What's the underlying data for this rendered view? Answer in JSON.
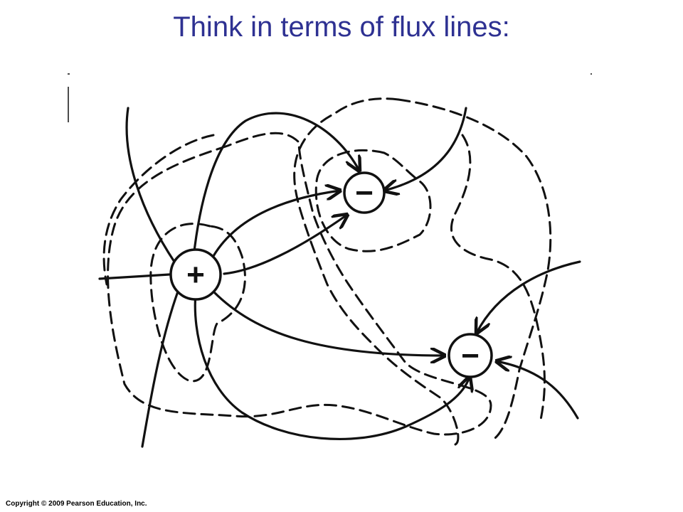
{
  "slide": {
    "title": "Think in terms of flux lines:",
    "copyright": "Copyright © 2009 Pearson Education, Inc."
  },
  "diagram": {
    "charges": [
      {
        "id": "positive",
        "sign": "+"
      },
      {
        "id": "negative-upper",
        "sign": "−"
      },
      {
        "id": "negative-lower",
        "sign": "−"
      }
    ],
    "line_types": [
      "field-line",
      "equipotential-line"
    ],
    "colors": {
      "title": "#2e3192",
      "ink": "#111111"
    }
  }
}
